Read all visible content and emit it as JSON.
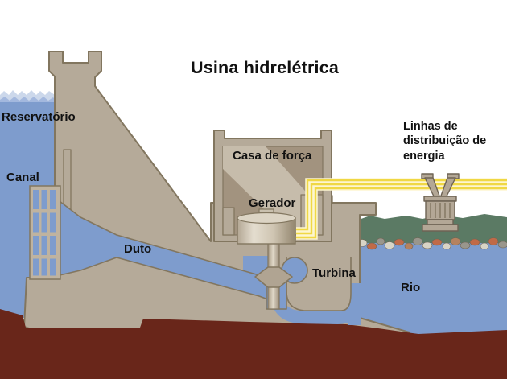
{
  "title": "Usina hidrelétrica",
  "labels": {
    "reservoir": "Reservatório",
    "canal": "Canal",
    "duct": "Duto",
    "powerhouse": "Casa de força",
    "generator": "Gerador",
    "turbine": "Turbina",
    "river": "Rio",
    "power_lines": "Linhas de distribuição de energia"
  },
  "colors": {
    "water": "#7e9ccd",
    "water_wave_light": "#ccd8eb",
    "water_wave_mid": "#a3b8de",
    "concrete": "#b5aa99",
    "concrete_light": "#c9c0b0",
    "concrete_outline": "#82765f",
    "interior": "#a2937f",
    "interior_band": "#c6bcab",
    "metal_light": "#e0d8c8",
    "metal_dark": "#9c8e7a",
    "earth": "#69261a",
    "grass": "#5b7a64",
    "cable_yellow": "#f0d844",
    "cable_halo": "#fdf6d0",
    "text": "#111111"
  }
}
